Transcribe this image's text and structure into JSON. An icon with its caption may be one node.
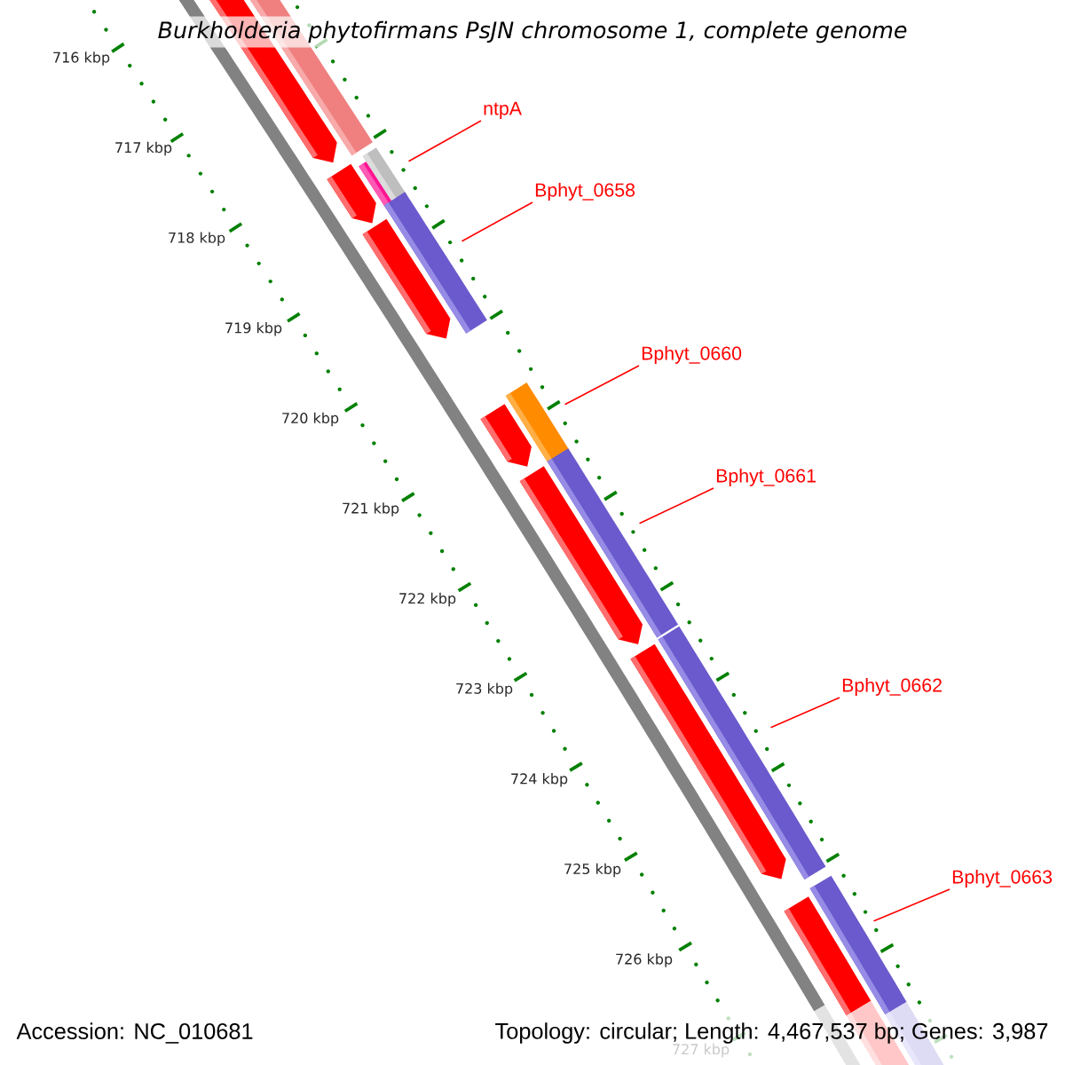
{
  "diagram": {
    "title": "Burkholderia phytofirmans PsJN chromosome 1, complete genome",
    "nodes": [
      {
        "text": [
          "ntpA"
        ]
      },
      {
        "text": [
          "Bphyt_0658"
        ]
      },
      {
        "text": [
          "Bphyt_0660"
        ]
      },
      {
        "text": [
          "Bphyt_0661"
        ]
      },
      {
        "text": [
          "Bphyt_0662"
        ]
      },
      {
        "text": [
          "Bphyt_0663"
        ]
      },
      {
        "text": [],
        "shape": "bar"
      },
      {
        "text": [],
        "shape": "bar"
      },
      {
        "text": [],
        "shape": "bar"
      },
      {
        "text": [],
        "shape": "bar"
      },
      {
        "text": [],
        "shape": "bar"
      },
      {
        "text": [],
        "shape": "bar"
      }
    ],
    "edges": [
      {
        "from": 0,
        "to": 6,
        "arrow": "none"
      },
      {
        "from": 1,
        "to": 7,
        "arrow": "none"
      },
      {
        "from": 2,
        "to": 8,
        "arrow": "none"
      },
      {
        "from": 3,
        "to": 9,
        "arrow": "none"
      },
      {
        "from": 4,
        "to": 10,
        "arrow": "none"
      },
      {
        "from": 5,
        "to": 11,
        "arrow": "none"
      }
    ],
    "labels": [
      "716 kbp",
      "717 kbp",
      "718 kbp",
      "719 kbp",
      "720 kbp",
      "721 kbp",
      "722 kbp",
      "723 kbp",
      "724 kbp",
      "725 kbp",
      "726 kbp",
      "727 kbp",
      "Accession: NC_010681",
      "Topology: circular; Length: 4,467,537 bp; Genes: 3,987"
    ]
  }
}
